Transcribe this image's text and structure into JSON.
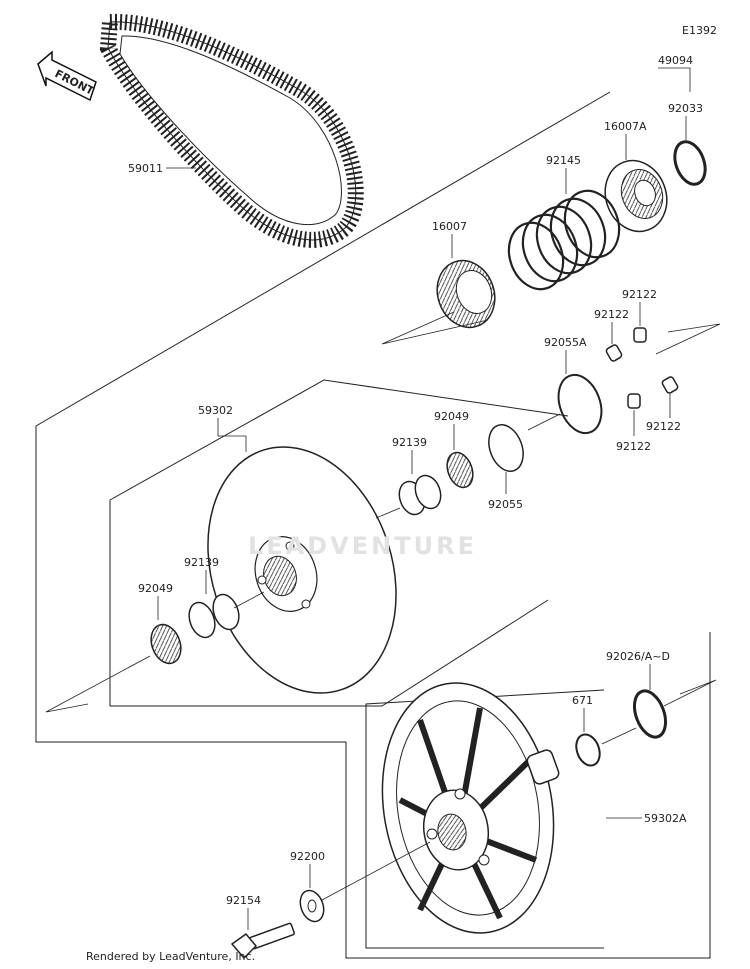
{
  "diagram_id": "E1392",
  "front_label": "FRONT",
  "watermark": "LEADVENTURE",
  "footer": "Rendered by LeadVenture, Inc.",
  "parts": {
    "belt": "59011",
    "assembly": "49094",
    "ring_92033": "92033",
    "seat_16007a": "16007A",
    "spring": "92145",
    "seat_16007": "16007",
    "pin_a": "92122",
    "pin_b": "92122",
    "pin_c": "92122",
    "pin_d": "92122",
    "oring_large": "92055A",
    "sheave": "59302",
    "seal_upper": "92049",
    "bushing_upper": "92139",
    "oring_small": "92055",
    "bushing_lower": "92139",
    "seal_lower": "92049",
    "shim": "92026/A~D",
    "circlip": "671",
    "sheave_fixed": "59302A",
    "washer": "92200",
    "bolt": "92154"
  }
}
